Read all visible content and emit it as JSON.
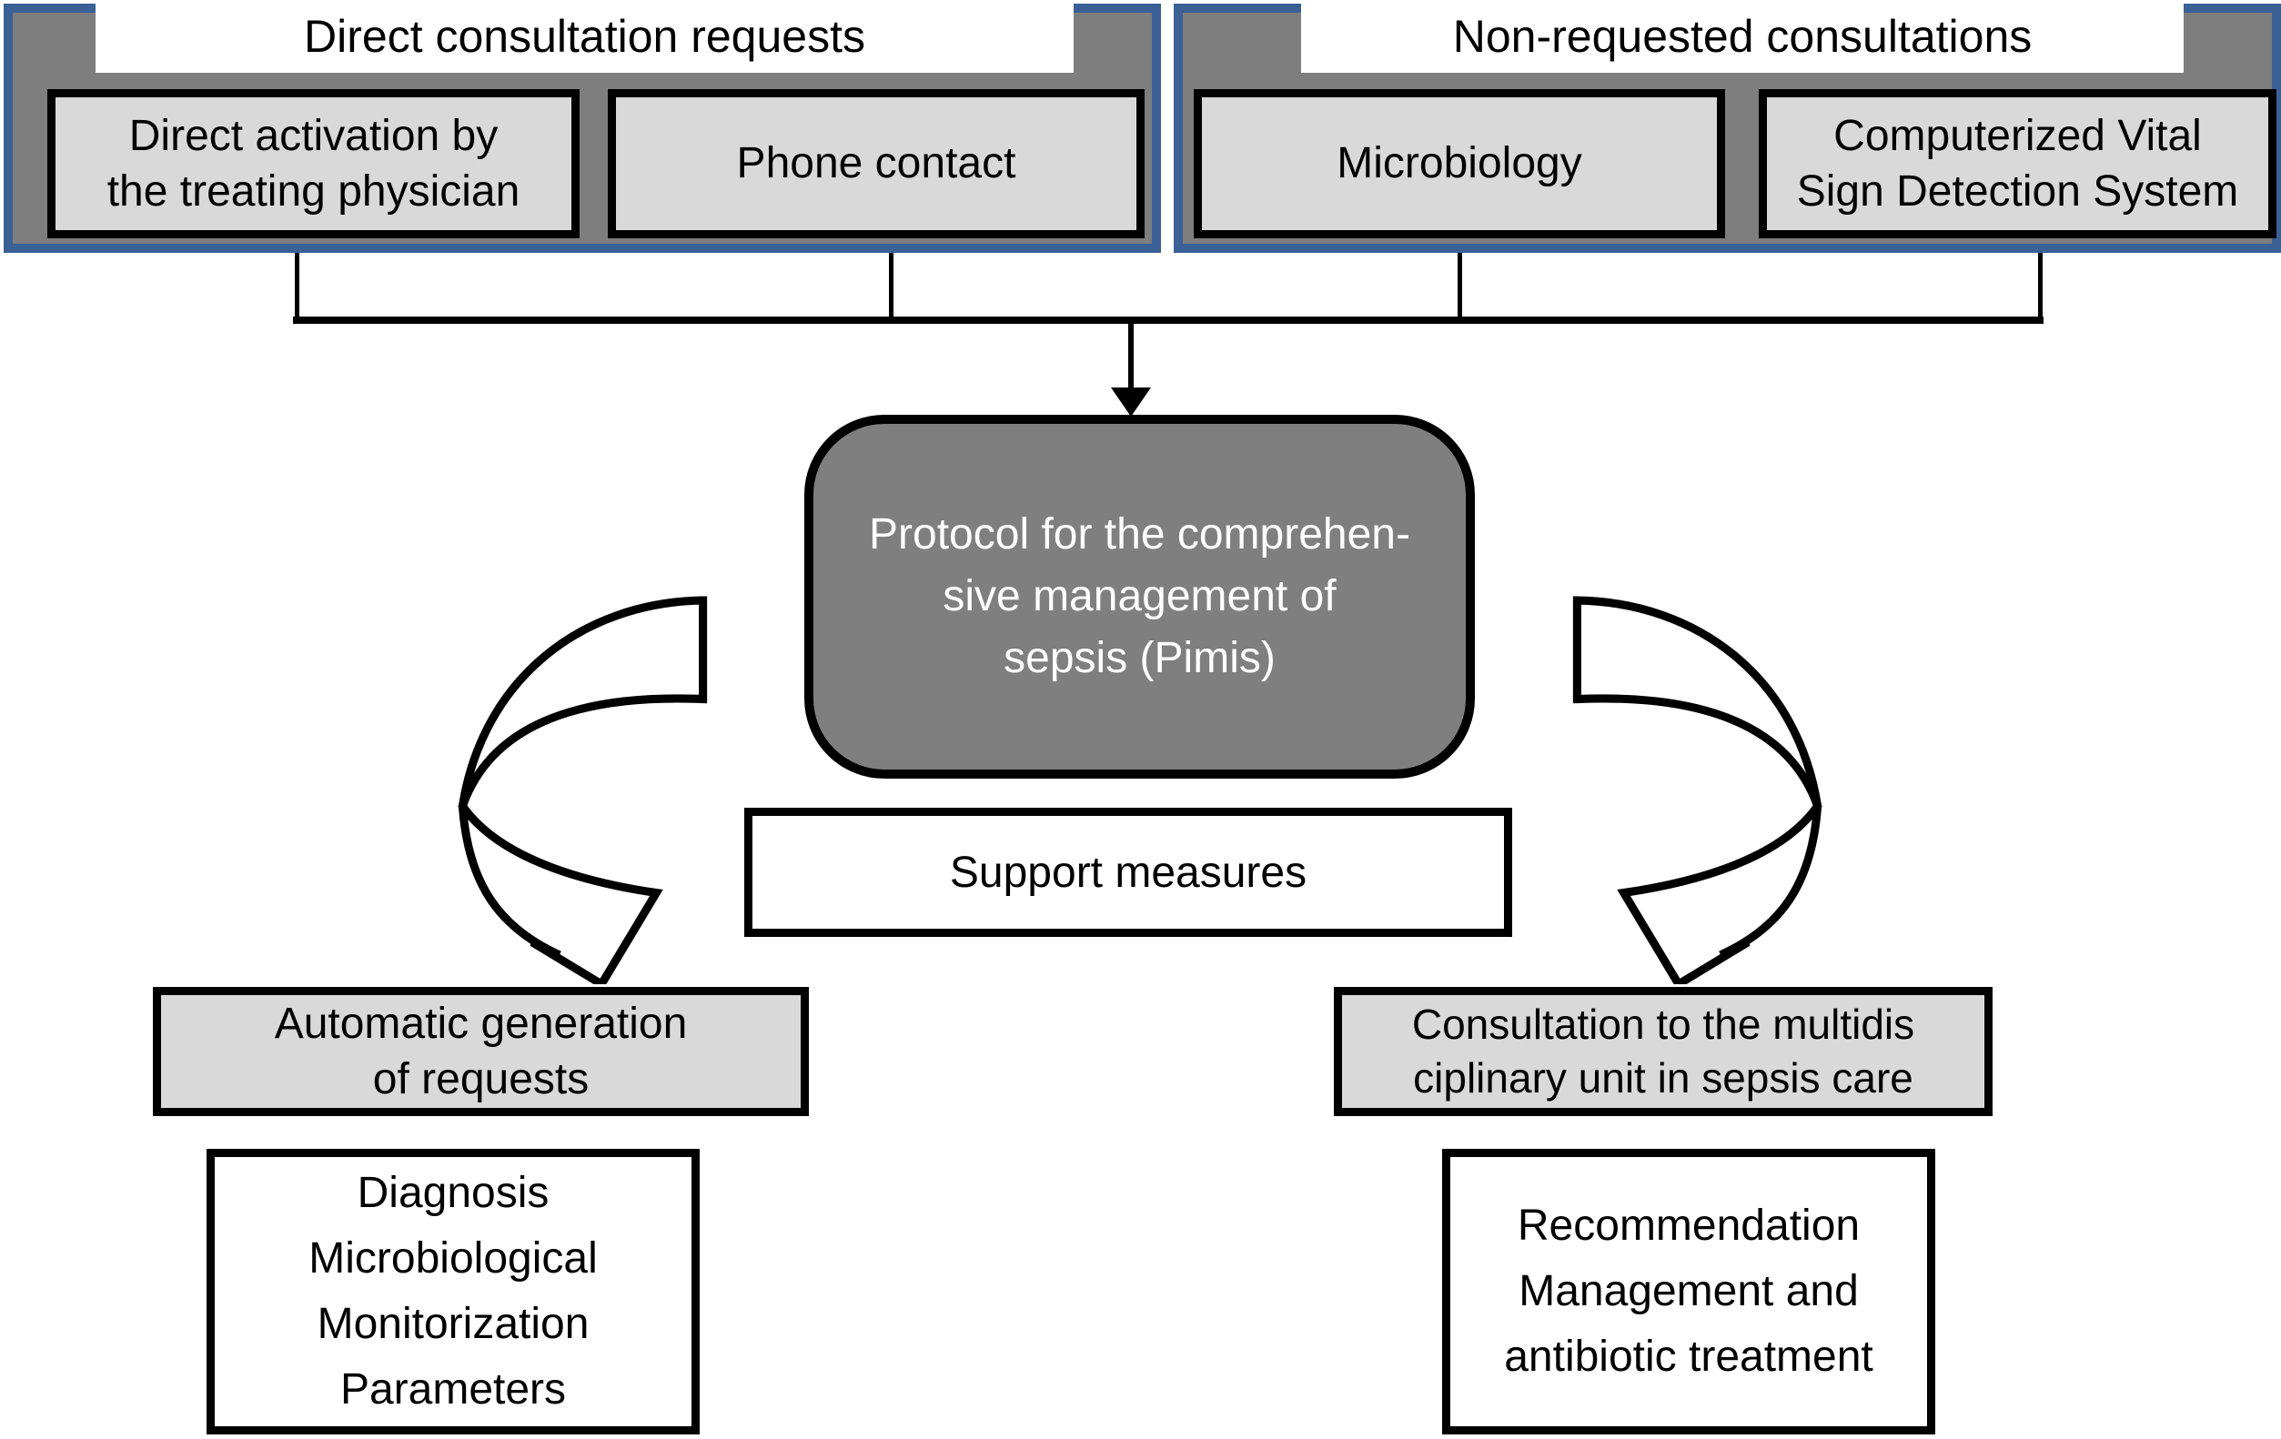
{
  "colors": {
    "panel_fill": "#7e7e7e",
    "panel_border_blue": "#3a6096",
    "light_gray_box": "#d9d9d9",
    "protocol_fill": "#7f7f7f",
    "protocol_text": "#ffffff",
    "line_black": "#000000",
    "background": "#ffffff"
  },
  "top_left_panel": {
    "title": "Direct consultation requests",
    "box1_lines": [
      "Direct activation by",
      "the treating physician"
    ],
    "box2_lines": [
      "Phone contact"
    ]
  },
  "top_right_panel": {
    "title": "Non-requested consultations",
    "box1_lines": [
      "Microbiology"
    ],
    "box2_lines": [
      "Computerized Vital",
      "Sign Detection System"
    ]
  },
  "center": {
    "protocol_lines": [
      "Protocol for the comprehen-",
      "sive management of",
      "sepsis (Pimis)"
    ],
    "support_label": "Support measures"
  },
  "bottom_left": {
    "header_lines": [
      "Automatic generation",
      "of requests"
    ],
    "details_lines": [
      "Diagnosis",
      "Microbiological",
      "Monitorization",
      "Parameters"
    ]
  },
  "bottom_right": {
    "header_lines": [
      "Consultation to the multidis",
      "ciplinary unit in sepsis care"
    ],
    "details_lines": [
      "Recommendation",
      "Management and",
      "antibiotic treatment"
    ]
  }
}
